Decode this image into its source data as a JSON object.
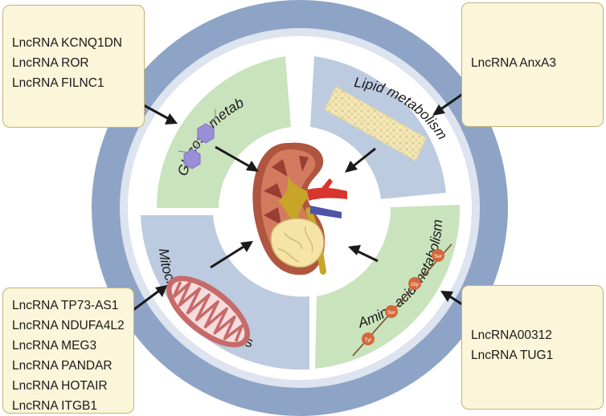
{
  "segments": {
    "glucose": "Glucose metabolism",
    "lipid": "Lipid metabolism",
    "mitochondrial": "Mitochondrial dynamics",
    "amino": "Amino acid metabolism"
  },
  "amino_acid_chain": [
    "Tyr",
    "Ser",
    "Gly",
    "Ser"
  ],
  "boxes": {
    "glucose": [
      "LncRNA KCNQ1DN",
      "LncRNA ROR",
      "LncRNA FILNC1"
    ],
    "lipid": [
      "LncRNA AnxA3"
    ],
    "mitochondrial": [
      "LncRNA TP73-AS1",
      "LncRNA NDUFA4L2",
      "LncRNA MEG3",
      "LncRNA PANDAR",
      "LncRNA HOTAIR",
      "LncRNA ITGB1"
    ],
    "amino": [
      "LncRNA00312",
      "LncRNA TUG1"
    ]
  },
  "colors": {
    "outer_ring": "#8ea4c6",
    "inner_ring": "#dde4ef",
    "glucose_segment": "#c9e3bd",
    "lipid_segment": "#bccbdf",
    "mitochondrial_segment": "#bccbdf",
    "amino_segment": "#c9e3bd",
    "box_fill": "#fbf5d9",
    "box_border": "#c5b27b"
  }
}
